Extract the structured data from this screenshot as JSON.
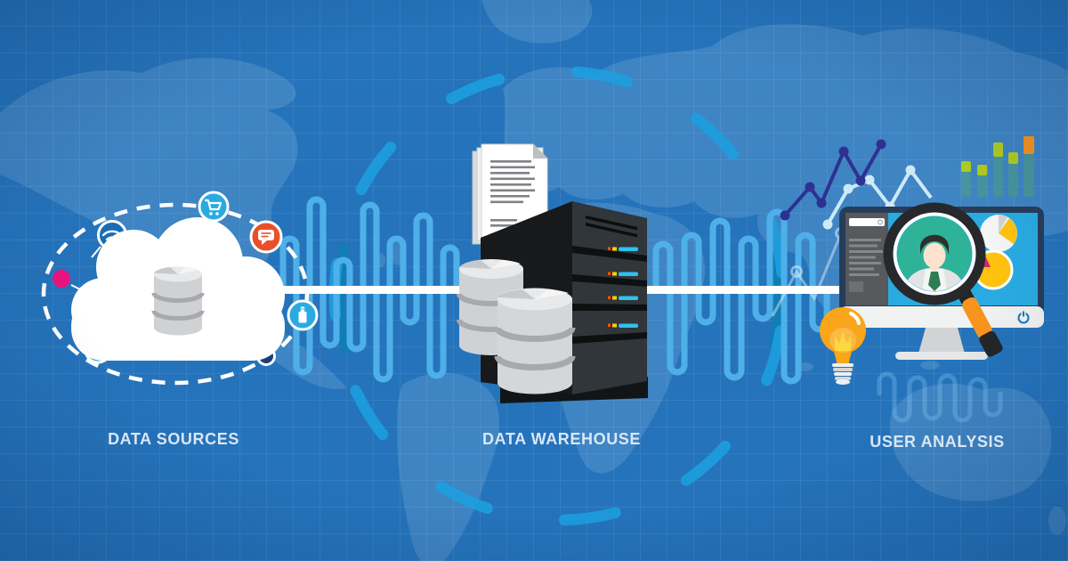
{
  "labels": {
    "data_sources": "DATA SOURCES",
    "data_warehouse": "DATA WAREHOUSE",
    "user_analysis": "USER ANALYSIS"
  },
  "icons": {
    "cloud_nodes": [
      "wifi-icon",
      "shopping-cart-icon",
      "chat-bubble-icon",
      "pink-dot-node",
      "usb-stick-icon",
      "music-note-icon",
      "navy-dot-node"
    ],
    "source_symbol": "cloud-database-icon",
    "warehouse_symbols": [
      "document-stack-icon",
      "server-rack-icon",
      "database-stack-icon"
    ],
    "analysis_symbols": [
      "monitor-icon",
      "magnifier-icon",
      "user-avatar",
      "pie-chart-icon",
      "donut-pie-icon",
      "trend-line-icon",
      "bar-chart-icon",
      "lightbulb-icon",
      "search-bar-icon",
      "power-icon"
    ]
  },
  "colors": {
    "background": "#2573BB",
    "accent_blue": "#29ABE2",
    "wave_blue": "#4FB0E9",
    "ring_blue": "#1D9FDF",
    "deep_ring_blue": "#0D7FB4",
    "navy_chart": "#2E3192",
    "light_chart": "#CDE9F8",
    "bar_teal": "#47949E",
    "bar_lime": "#B0CB1F",
    "bar_orange": "#F6921E",
    "icon_dark_blue": "#1A6DB3",
    "icon_orange_red": "#E8502A",
    "node_pink": "#EC137F",
    "node_navy": "#1B3F77",
    "server_dark": "#17191B",
    "server_side": "#303639",
    "led_cyan": "#2FC1F0",
    "monitor_frame": "#263D58",
    "screen_blue": "#29ABE2",
    "sidebar_gray": "#57595C",
    "magnifier_teal": "#2EB398",
    "handle_orange": "#F7941E",
    "pie_yellow": "#FFC20E",
    "pie_magenta": "#D6246E",
    "bulb_orange": "#F9A61A",
    "bulb_yellow": "#FDD93F",
    "tie_green": "#2F7D52",
    "label_text": "#D9E7F4"
  }
}
